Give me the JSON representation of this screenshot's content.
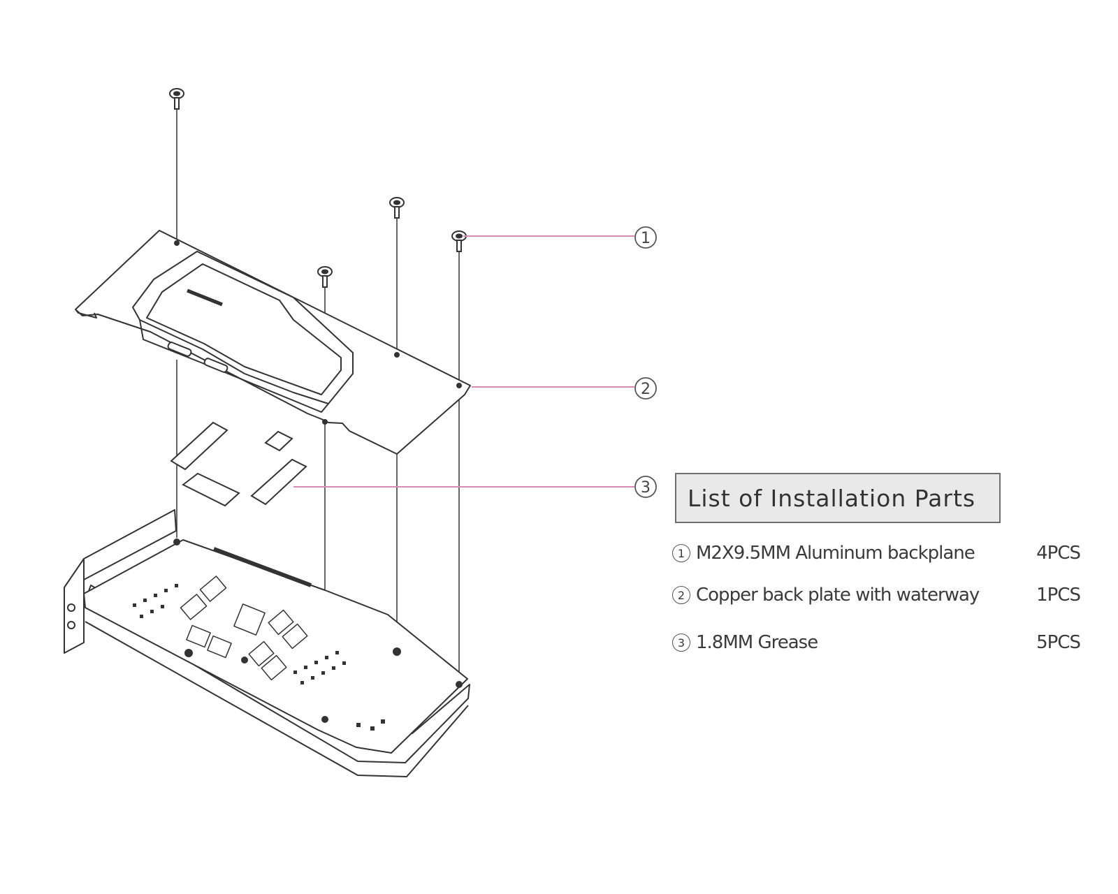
{
  "callouts": [
    {
      "number": "1"
    },
    {
      "number": "2"
    },
    {
      "number": "3"
    }
  ],
  "colors": {
    "line": "#333333",
    "leader": "#d98cb6",
    "title_box_fill": "#e9e9e9"
  },
  "parts_list": {
    "title": "List of Installation Parts",
    "items": [
      {
        "number": "1",
        "name": "M2X9.5MM Aluminum backplane",
        "quantity": "4PCS"
      },
      {
        "number": "2",
        "name": "Copper back plate with waterway",
        "quantity": "1PCS"
      },
      {
        "number": "3",
        "name": "1.8MM Grease",
        "quantity": "5PCS"
      }
    ]
  }
}
